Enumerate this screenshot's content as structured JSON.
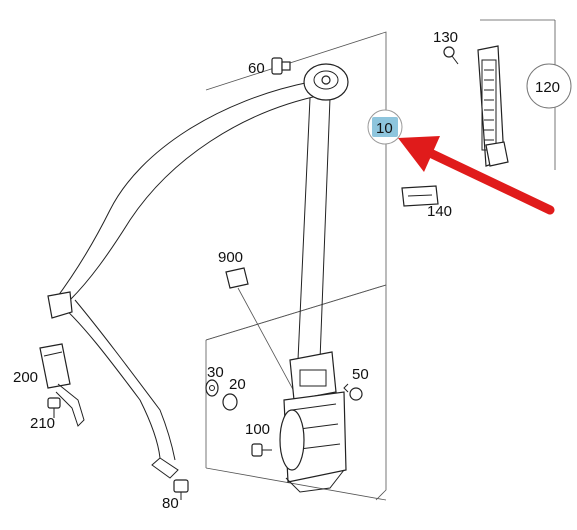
{
  "parts": [
    {
      "id": "p60",
      "label": "60"
    },
    {
      "id": "p130",
      "label": "130"
    },
    {
      "id": "p120",
      "label": "120"
    },
    {
      "id": "p10",
      "label": "10"
    },
    {
      "id": "p140",
      "label": "140"
    },
    {
      "id": "p900",
      "label": "900"
    },
    {
      "id": "p200",
      "label": "200"
    },
    {
      "id": "p210",
      "label": "210"
    },
    {
      "id": "p30",
      "label": "30"
    },
    {
      "id": "p20",
      "label": "20"
    },
    {
      "id": "p50",
      "label": "50"
    },
    {
      "id": "p100",
      "label": "100"
    },
    {
      "id": "p80",
      "label": "80"
    }
  ],
  "colors": {
    "highlight": "#8ec5dd",
    "arrow": "#e01b1b",
    "line": "#222222"
  }
}
